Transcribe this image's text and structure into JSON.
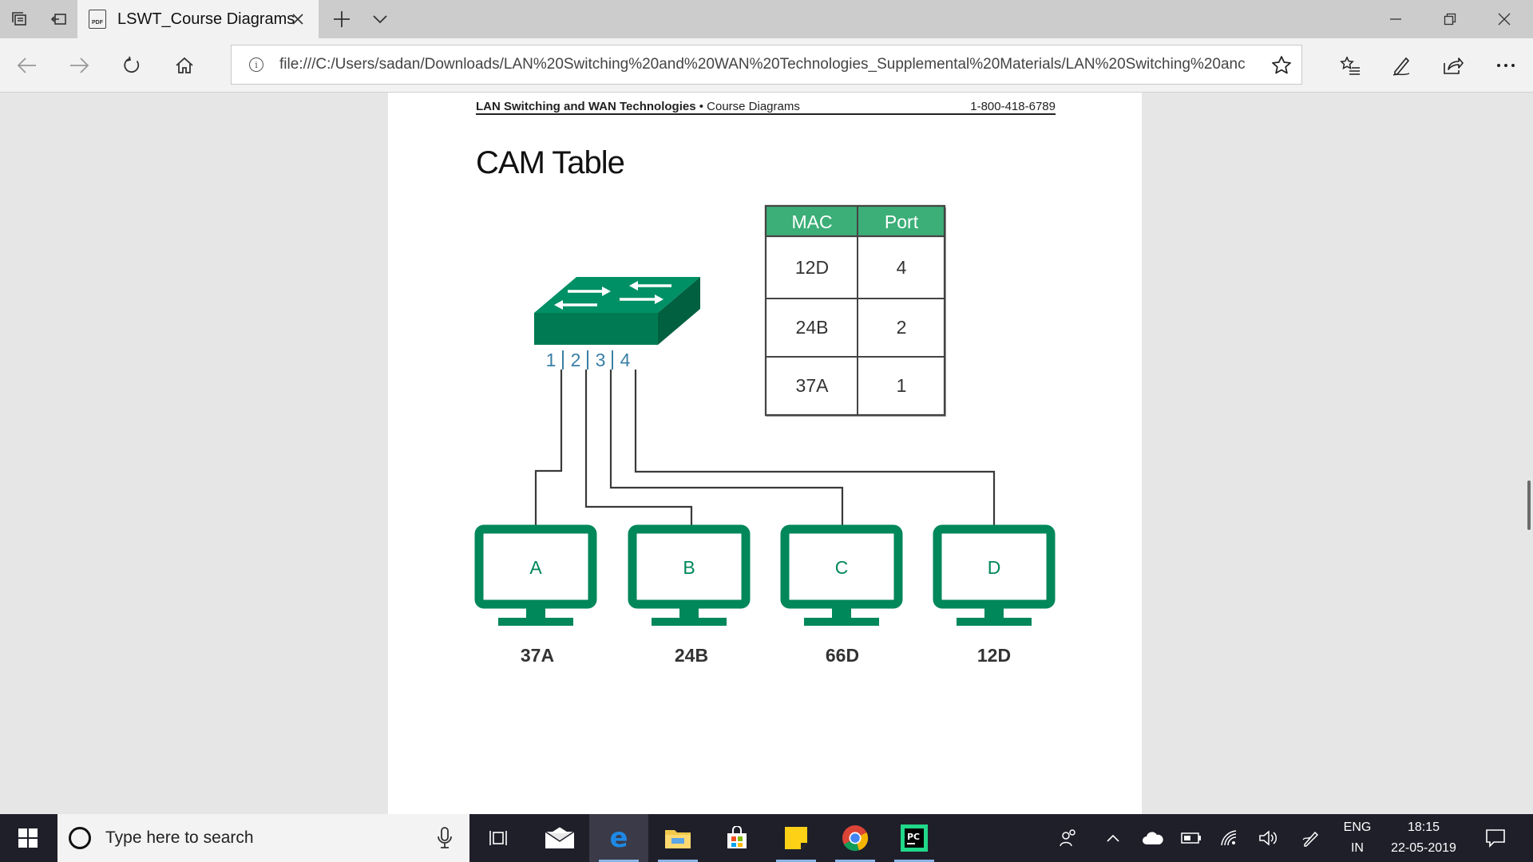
{
  "browser": {
    "tab_title": "LSWT_Course Diagrams",
    "tab_icon": "PDF",
    "url": "file:///C:/Users/sadan/Downloads/LAN%20Switching%20and%20WAN%20Technologies_Supplemental%20Materials/LAN%20Switching%20anc"
  },
  "document": {
    "header_bold": "LAN Switching and WAN Technologies",
    "header_sep": " • ",
    "header_section": "Course Diagrams",
    "header_phone": "1-800-418-6789",
    "title": "CAM Table",
    "cam_table": {
      "headers": [
        "MAC",
        "Port"
      ],
      "rows": [
        [
          "12D",
          "4"
        ],
        [
          "24B",
          "2"
        ],
        [
          "37A",
          "1"
        ]
      ]
    },
    "switch_ports": [
      "1",
      "2",
      "3",
      "4"
    ],
    "computers": [
      {
        "label": "A",
        "mac": "37A",
        "port": "1"
      },
      {
        "label": "B",
        "mac": "24B",
        "port": "2"
      },
      {
        "label": "C",
        "mac": "66D",
        "port": "3"
      },
      {
        "label": "D",
        "mac": "12D",
        "port": "4"
      }
    ],
    "colors": {
      "accent_green": "#00875a",
      "header_green": "#3cae78",
      "port_blue": "#3a7fa6"
    }
  },
  "taskbar": {
    "search_placeholder": "Type here to search",
    "language_top": "ENG",
    "language_bottom": "IN",
    "time": "18:15",
    "date": "22-05-2019",
    "pinned": [
      "task-view",
      "mail",
      "edge",
      "file-explorer",
      "store",
      "sticky-notes",
      "chrome",
      "pycharm"
    ]
  }
}
